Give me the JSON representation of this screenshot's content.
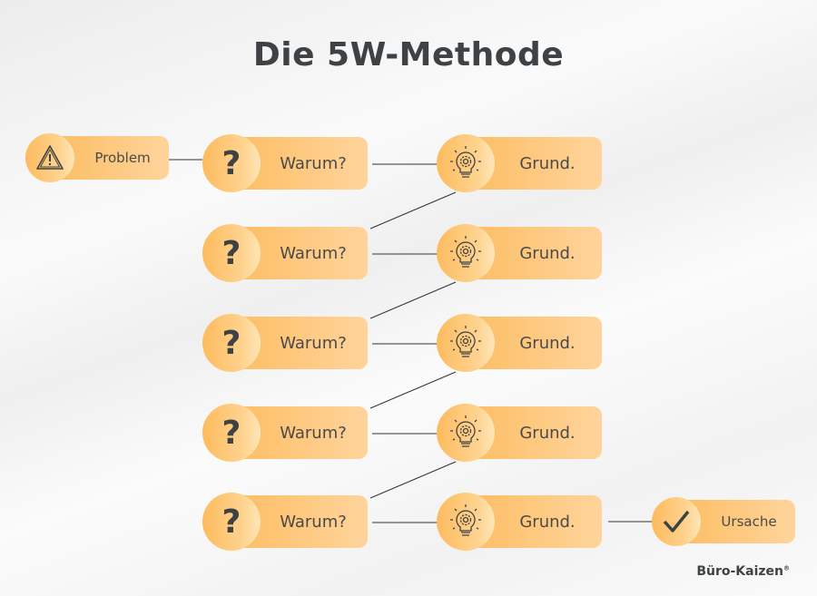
{
  "title": "Die 5W-Methode",
  "problem": {
    "label": "Problem",
    "icon": "warning-triangle-icon"
  },
  "rows": [
    {
      "why": "Warum?",
      "reason": "Grund."
    },
    {
      "why": "Warum?",
      "reason": "Grund."
    },
    {
      "why": "Warum?",
      "reason": "Grund."
    },
    {
      "why": "Warum?",
      "reason": "Grund."
    },
    {
      "why": "Warum?",
      "reason": "Grund."
    }
  ],
  "cause": {
    "label": "Ursache",
    "icon": "checkmark-icon"
  },
  "brand": {
    "name": "Büro-Kaizen",
    "mark": "®"
  },
  "colors": {
    "accent": "#fdbd62",
    "accent_light": "#fed49c",
    "text": "#3f4245"
  }
}
